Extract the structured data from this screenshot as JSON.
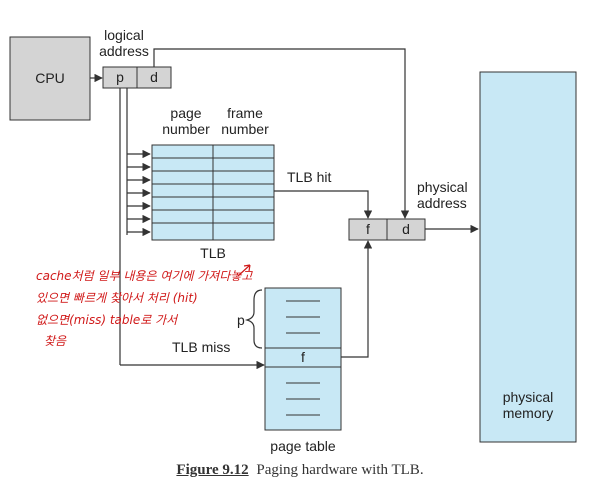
{
  "colors": {
    "box_fill": "#c8e8f5",
    "gray_fill": "#d4d4d4",
    "line": "#333333",
    "annotation": "#d01818"
  },
  "cpu": {
    "label": "CPU"
  },
  "logical_address": {
    "label_line1": "logical",
    "label_line2": "address",
    "p": "p",
    "d": "d"
  },
  "tlb": {
    "header_page_line1": "page",
    "header_page_line2": "number",
    "header_frame_line1": "frame",
    "header_frame_line2": "number",
    "label": "TLB",
    "hit_label": "TLB hit",
    "miss_label": "TLB miss"
  },
  "physical_address": {
    "label_line1": "physical",
    "label_line2": "address",
    "f": "f",
    "d": "d"
  },
  "page_table": {
    "p": "p",
    "f": "f",
    "label": "page table"
  },
  "physical_memory": {
    "label_line1": "physical",
    "label_line2": "memory"
  },
  "handwritten_note": {
    "line1": "cache처럼 일부 내용은 여기에 가져다놓고",
    "line2": "있으면 빠르게 찾아서 처리 (hit)",
    "line3": "없으면(miss) table로 가서",
    "line4": "찾음"
  },
  "caption": {
    "figure": "Figure 9.12",
    "text": "Paging hardware with TLB."
  }
}
